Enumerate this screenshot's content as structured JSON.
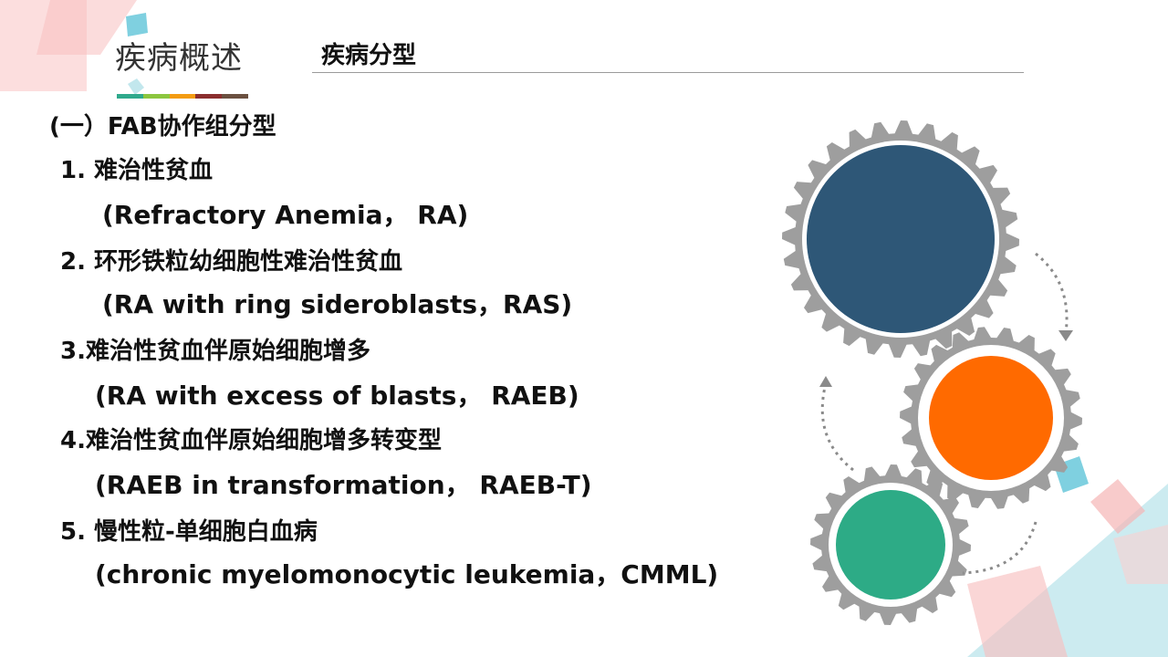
{
  "header": {
    "section_title": "疾病概述",
    "subtitle": "疾病分型",
    "accent_colors": [
      "#2fa98c",
      "#8cc63f",
      "#f39c12",
      "#8b2e2e",
      "#6b5040"
    ]
  },
  "content": {
    "heading": "(一）FAB协作组分型",
    "items": [
      {
        "zh": "1. 难治性贫血",
        "en": "(Refractory Anemia， RA)"
      },
      {
        "zh": "2. 环形铁粒幼细胞性难治性贫血",
        "en": "(RA with ring sideroblasts，RAS)"
      },
      {
        "zh": "3.难治性贫血伴原始细胞增多",
        "en": "(RA with excess of  blasts， RAEB)"
      },
      {
        "zh": "4.难治性贫血伴原始细胞增多转变型",
        "en": "(RAEB in transformation， RAEB-T)"
      },
      {
        "zh": "5. 慢性粒-单细胞白血病",
        "en": "(chronic myelomonocytic leukemia，CMML)"
      }
    ]
  },
  "decoration": {
    "gears": [
      {
        "name": "large-gear",
        "color": "#2e5777"
      },
      {
        "name": "medium-gear",
        "color": "#ff6a00"
      },
      {
        "name": "small-gear",
        "color": "#2dab86"
      }
    ],
    "gear_ring_color": "#9e9e9e",
    "shape_colors": [
      "#f7c6c6",
      "#8fd3e0",
      "#b9e4ea",
      "#f5b5b5"
    ]
  }
}
